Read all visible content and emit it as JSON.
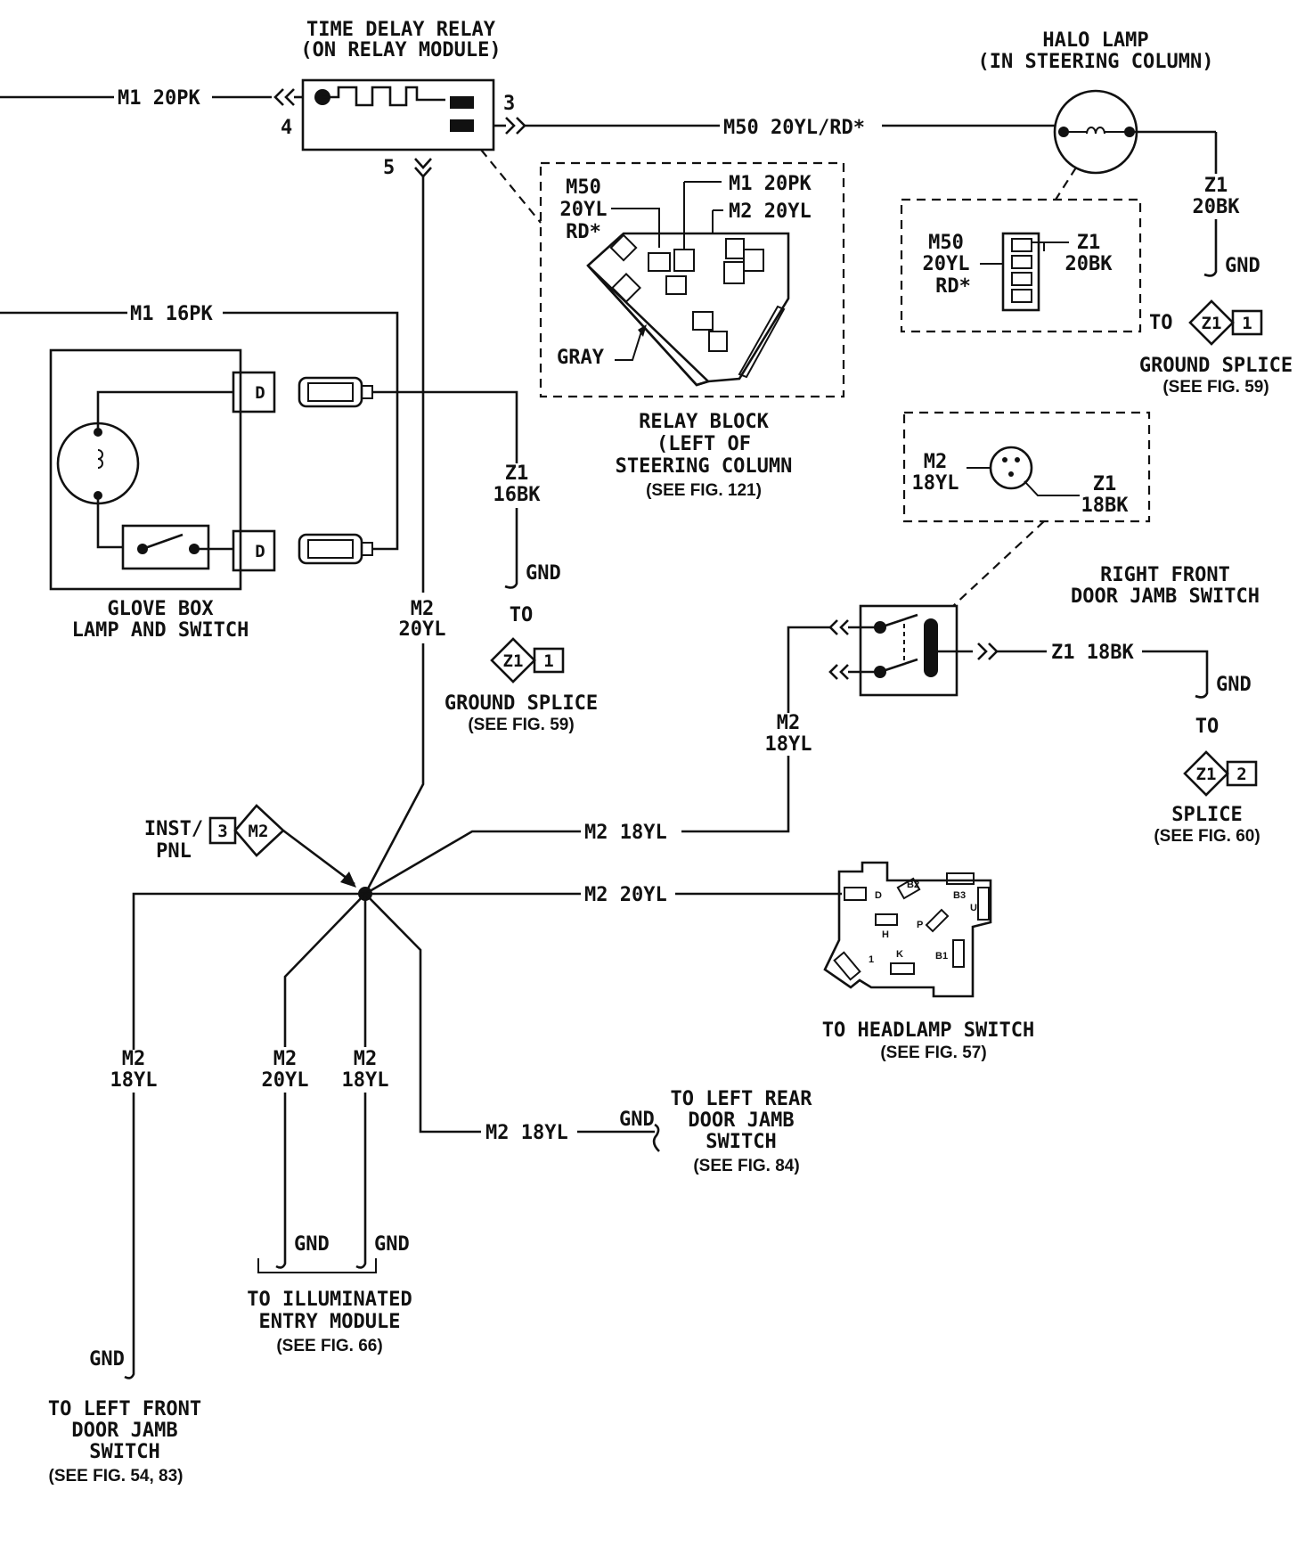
{
  "relay": {
    "title": [
      "TIME DELAY RELAY",
      "(ON RELAY MODULE)"
    ],
    "pin3": "3",
    "pin4": "4",
    "pin5": "5",
    "wire_in": "M1 20PK",
    "wire_out": "M50 20YL/RD*"
  },
  "halo_lamp": {
    "title": [
      "HALO LAMP",
      "(IN STEERING COLUMN)"
    ],
    "wire_ground": [
      "Z1",
      "20BK"
    ],
    "gnd": "GND",
    "to": "TO",
    "connector_left": [
      "M50",
      "20YL",
      "RD*"
    ],
    "connector_right": [
      "Z1",
      "20BK"
    ],
    "splice_left": "Z1",
    "splice_right": "1",
    "splice_label": "GROUND SPLICE",
    "splice_ref": "(SEE FIG. 59)"
  },
  "relay_block": {
    "wire_a": [
      "M50",
      "20YL",
      "RD*"
    ],
    "wire_b": "M1 20PK",
    "wire_c": "M2 20YL",
    "gray": "GRAY",
    "title": [
      "RELAY BLOCK",
      "(LEFT OF",
      "STEERING COLUMN"
    ],
    "ref": "(SEE FIG. 121)"
  },
  "glove_box": {
    "wire_in": "M1 16PK",
    "wire_ground": [
      "Z1",
      "16BK"
    ],
    "gnd": "GND",
    "to": "TO",
    "splice_left": "Z1",
    "splice_right": "1",
    "splice_label": "GROUND SPLICE",
    "splice_ref": "(SEE FIG. 59)",
    "title": [
      "GLOVE BOX",
      "LAMP AND SWITCH"
    ],
    "term": "D"
  },
  "main_wire": [
    "M2",
    "20YL"
  ],
  "rf_switch": {
    "connector_left": [
      "M2",
      "18YL"
    ],
    "connector_right": [
      "Z1",
      "18BK"
    ],
    "title": [
      "RIGHT FRONT",
      "DOOR JAMB SWITCH"
    ],
    "wire_ground": "Z1 18BK",
    "gnd": "GND",
    "to": "TO",
    "wire_vertical": [
      "M2",
      "18YL"
    ],
    "splice_left": "Z1",
    "splice_right": "2",
    "splice_label": "SPLICE",
    "splice_ref": "(SEE FIG. 60)"
  },
  "splice_node": {
    "inst_panel": [
      "INST/",
      "PNL"
    ],
    "inst_pin": "3",
    "inst_wire": "M2",
    "wire_rf": "M2 18YL",
    "wire_hs": "M2 20YL"
  },
  "headlamp_switch": {
    "title": "TO HEADLAMP SWITCH",
    "ref": "(SEE FIG. 57)",
    "pins": [
      "D",
      "B2",
      "B3",
      "U",
      "H",
      "P",
      "K",
      "B1",
      "1"
    ]
  },
  "branches": {
    "left_front": {
      "wire": [
        "M2",
        "18YL"
      ],
      "gnd": "GND",
      "title": [
        "TO LEFT FRONT",
        "DOOR JAMB",
        "SWITCH"
      ],
      "ref": "(SEE FIG. 54, 83)"
    },
    "iem_a": {
      "wire": [
        "M2",
        "20YL"
      ],
      "gnd": "GND"
    },
    "iem_b": {
      "wire": [
        "M2",
        "18YL"
      ],
      "gnd": "GND"
    },
    "iem": {
      "title": [
        "TO ILLUMINATED",
        "ENTRY MODULE"
      ],
      "ref": "(SEE FIG. 66)"
    },
    "left_rear": {
      "wire": "M2 18YL",
      "gnd": "GND",
      "title": [
        "TO LEFT REAR",
        "DOOR JAMB",
        "SWITCH"
      ],
      "ref": "(SEE FIG. 84)"
    }
  }
}
